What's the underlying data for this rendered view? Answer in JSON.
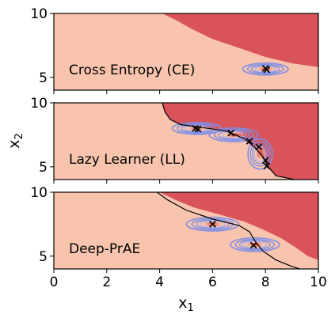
{
  "chart_data": {
    "type": "contour",
    "xlabel": "x",
    "xlabel_sub": "1",
    "ylabel": "x",
    "ylabel_sub": "2",
    "xlim": [
      0,
      10
    ],
    "ylim": [
      4,
      10
    ],
    "x_ticks": [
      "0",
      "2",
      "4",
      "6",
      "8",
      "10"
    ],
    "y_ticks": [
      "5",
      "10"
    ],
    "colors": {
      "region_low": "#f8c4ae",
      "region_high": "#d9545a",
      "contour": "#7f8ee6",
      "contour_inner": "#e88a70",
      "boundary": "#000000",
      "marker": "#000000"
    },
    "panels": [
      {
        "label": "Cross Entropy (CE)",
        "boundary_curve": [],
        "region_edge": [
          [
            4.1,
            10
          ],
          [
            4.6,
            9.5
          ],
          [
            5.2,
            8.8
          ],
          [
            6.0,
            8.0
          ],
          [
            7.0,
            7.3
          ],
          [
            8.0,
            6.6
          ],
          [
            9.0,
            6.1
          ],
          [
            10,
            5.8
          ]
        ],
        "density_blobs": [
          {
            "x": 8.0,
            "y": 5.65,
            "sx": 0.65,
            "sy": 0.35
          }
        ],
        "markers": [
          [
            8.0,
            5.7
          ],
          [
            8.05,
            5.6
          ]
        ]
      },
      {
        "label": "Lazy Learner (LL)",
        "boundary_curve": [
          [
            4.1,
            10
          ],
          [
            4.2,
            9.3
          ],
          [
            4.4,
            8.7
          ],
          [
            4.8,
            8.3
          ],
          [
            5.5,
            8.1
          ],
          [
            6.5,
            7.8
          ],
          [
            7.2,
            7.2
          ],
          [
            7.6,
            6.5
          ],
          [
            7.9,
            5.8
          ],
          [
            8.1,
            5.0
          ],
          [
            8.4,
            4.3
          ],
          [
            9.1,
            4.0
          ]
        ],
        "region_edge": [
          [
            4.1,
            10
          ],
          [
            4.2,
            9.3
          ],
          [
            4.4,
            8.7
          ],
          [
            4.8,
            8.3
          ],
          [
            5.5,
            8.1
          ],
          [
            6.5,
            7.8
          ],
          [
            7.2,
            7.2
          ],
          [
            7.6,
            6.5
          ],
          [
            7.9,
            5.8
          ],
          [
            8.1,
            5.0
          ],
          [
            8.4,
            4.3
          ],
          [
            9.1,
            4.0
          ],
          [
            10,
            4.0
          ]
        ],
        "density_blobs": [
          {
            "x": 5.4,
            "y": 8.0,
            "sx": 0.7,
            "sy": 0.35
          },
          {
            "x": 6.8,
            "y": 7.5,
            "sx": 0.7,
            "sy": 0.4
          },
          {
            "x": 7.8,
            "y": 6.0,
            "sx": 0.35,
            "sy": 0.9
          }
        ],
        "markers": [
          [
            5.35,
            8.0
          ],
          [
            5.45,
            7.95
          ],
          [
            6.7,
            7.65
          ],
          [
            7.4,
            7.0
          ],
          [
            7.75,
            6.55
          ],
          [
            8.0,
            5.5
          ],
          [
            8.05,
            5.05
          ]
        ]
      },
      {
        "label": "Deep-PrAE",
        "boundary_curve": [
          [
            3.9,
            10
          ],
          [
            4.3,
            9.4
          ],
          [
            5.0,
            8.6
          ],
          [
            6.0,
            7.9
          ],
          [
            7.0,
            7.4
          ],
          [
            7.4,
            6.9
          ],
          [
            7.6,
            6.2
          ],
          [
            7.9,
            5.4
          ],
          [
            8.4,
            4.7
          ],
          [
            9.0,
            4.2
          ],
          [
            9.3,
            4.0
          ]
        ],
        "region_edge": [
          [
            4.0,
            10
          ],
          [
            4.6,
            9.4
          ],
          [
            5.3,
            8.8
          ],
          [
            6.2,
            8.3
          ],
          [
            7.2,
            7.7
          ],
          [
            8.0,
            7.0
          ],
          [
            8.6,
            6.4
          ],
          [
            9.2,
            5.6
          ],
          [
            9.6,
            5.0
          ],
          [
            10,
            4.7
          ]
        ],
        "density_blobs": [
          {
            "x": 6.0,
            "y": 7.5,
            "sx": 0.75,
            "sy": 0.4
          },
          {
            "x": 7.6,
            "y": 5.9,
            "sx": 0.7,
            "sy": 0.4
          }
        ],
        "markers": [
          [
            6.0,
            7.5
          ],
          [
            7.55,
            5.85
          ]
        ]
      }
    ]
  }
}
